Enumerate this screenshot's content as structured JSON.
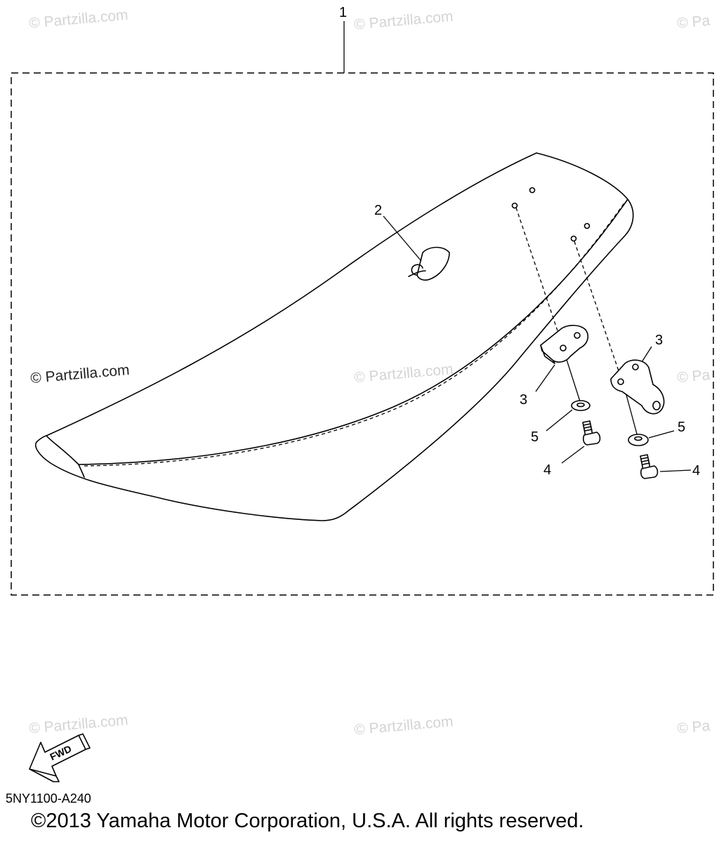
{
  "watermark": "© Partzilla.com",
  "watermark_partial": "© Pa",
  "callouts": {
    "assembly": "1",
    "patch": "2",
    "bracket_left": "3",
    "bracket_right": "3",
    "bolt_left": "4",
    "bolt_right": "4",
    "washer_left": "5",
    "washer_right": "5"
  },
  "fwd_label": "FWD",
  "diagram_code": "5NY1100-A240",
  "copyright": "©2013  Yamaha Motor Corporation, U.S.A. All rights reserved."
}
